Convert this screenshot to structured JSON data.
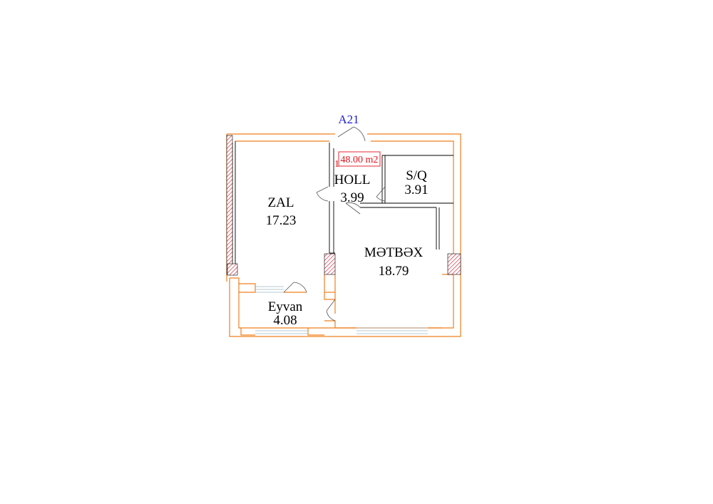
{
  "plan": {
    "unit_code": "A21",
    "area_index": "1",
    "total_area": "48.00 m2",
    "rooms": [
      {
        "id": "zal",
        "name": "ZAL",
        "area": "17.23"
      },
      {
        "id": "holl",
        "name": "HOLL",
        "area": "3.99"
      },
      {
        "id": "sq",
        "name": "S/Q",
        "area": "3.91"
      },
      {
        "id": "metbex",
        "name": "MƏTBƏX",
        "area": "18.79"
      },
      {
        "id": "eyvan",
        "name": "Eyvan",
        "area": "4.08"
      }
    ]
  },
  "colors": {
    "wall_outline": "#f07f1e",
    "unit_code": "#1f1fd6",
    "area_label": "#e0141e",
    "column_hatch": "#c4122a"
  }
}
